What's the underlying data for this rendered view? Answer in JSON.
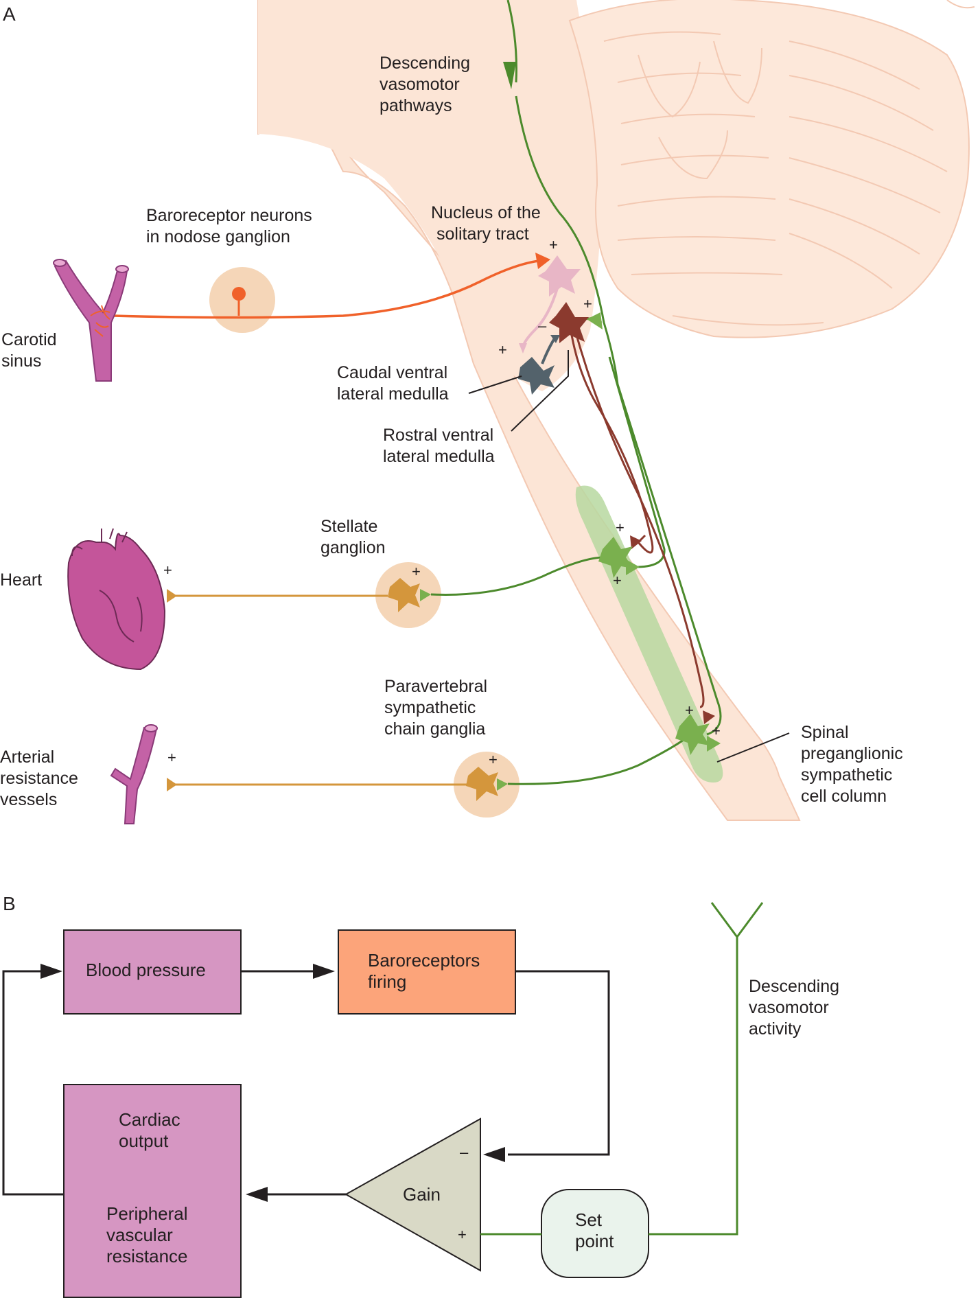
{
  "panel_a": {
    "label": "A",
    "descending": [
      "Descending",
      "vasomotor",
      "pathways"
    ],
    "nts": [
      "Nucleus of the",
      "solitary tract"
    ],
    "baroreceptor": [
      "Baroreceptor neurons",
      "in nodose ganglion"
    ],
    "carotid": [
      "Carotid",
      "sinus"
    ],
    "cvlm": [
      "Caudal ventral",
      "lateral medulla"
    ],
    "rvlm": [
      "Rostral ventral",
      "lateral medulla"
    ],
    "stellate": [
      "Stellate",
      "ganglion"
    ],
    "heart": "Heart",
    "paravertebral": [
      "Paravertebral",
      "sympathetic",
      "chain ganglia"
    ],
    "arterial": [
      "Arterial",
      "resistance",
      "vessels"
    ],
    "spinal": [
      "Spinal",
      "preganglionic",
      "sympathetic",
      "cell column"
    ],
    "plus": "+",
    "minus": "–"
  },
  "panel_b": {
    "label": "B",
    "blood_pressure": "Blood pressure",
    "baroreceptors": [
      "Baroreceptors",
      "firing"
    ],
    "cardiac": [
      "Cardiac",
      "output"
    ],
    "peripheral": [
      "Peripheral",
      "vascular",
      "resistance"
    ],
    "gain": "Gain",
    "set_point": [
      "Set",
      "point"
    ],
    "descending": [
      "Descending",
      "vasomotor",
      "activity"
    ],
    "minus": "–",
    "plus": "+"
  },
  "colors": {
    "brain": "#fce5d6",
    "brain_line": "#f3c9b3",
    "green": "#4c8a2c",
    "orange_red": "#f0612a",
    "brown": "#8b3a2e",
    "amber": "#d4963c",
    "vessel": "#c462a6",
    "pink_box": "#d696c2",
    "orange_box": "#fca47a",
    "gain": "#d9d9c6",
    "set_point": "#eaf3ec"
  }
}
